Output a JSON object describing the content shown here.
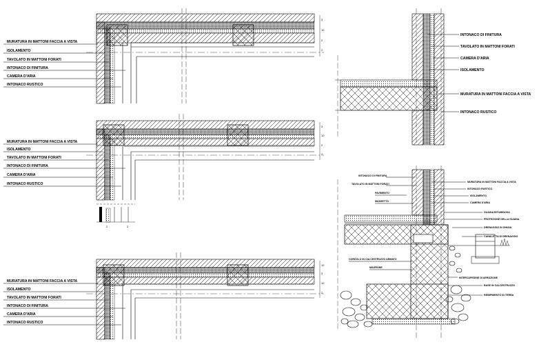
{
  "detail_1": {
    "labels": [
      "MURATURA IN MATTONI FACCIA A VISTA",
      "ISOLAMENTO",
      "TAVOLATO IN MATTONI FORATI",
      "INTONACO DI FINITURA",
      "CAMERA D'ARIA",
      "INTONACO RUSTICO"
    ],
    "dims": [
      "3",
      "10",
      "2",
      "2"
    ]
  },
  "detail_2": {
    "labels": [
      "MURATURA IN MATTONI FACCIA A VISTA",
      "ISOLAMENTO",
      "TAVOLATO IN MATTONI FORATI",
      "INTONACO DI FINITURA",
      "CAMERA D'ARIA",
      "INTONACO RUSTICO"
    ],
    "dims": [
      "3",
      "10",
      "2",
      "2"
    ],
    "section_marks": [
      "2",
      "2"
    ]
  },
  "detail_3": {
    "labels": [
      "MURATURA IN MATTONI FACCIA A VISTA",
      "ISOLAMENTO",
      "TAVOLATO IN MATTONI FORATI",
      "INTONACO DI FINITURA",
      "CAMERA D'ARIA",
      "INTONACO RUSTICO"
    ],
    "dims": [
      "12",
      "3",
      "10",
      "2"
    ]
  },
  "detail_4": {
    "labels": [
      "INTONACO DI FINITURA",
      "TAVOLATO IN MATTONI FORATI",
      "CAMERA D'ARIA",
      "ISOLAMENTO",
      "MURATURA IN MATTONI FACCIA A VISTA",
      "INTONACO RUSTICO"
    ]
  },
  "detail_5": {
    "left_labels": [
      "INTONACO DI FINITURA",
      "TAVOLATO IN MATTONI FORATI",
      "PAVIMENTO",
      "MASSETTO"
    ],
    "left_low_labels": [
      "CORDOLO IN CALCESTRUZZO ARMATO",
      "MAGRONE"
    ],
    "right_labels": [
      "MURATURA IN MATTONI FACCIA A VISTA",
      "INTONACO RUSTICO",
      "ISOLAMENTO",
      "CAMERA D'ARIA",
      "GUAINA BITUMINOSA",
      "PROTEZIONE DELLA GUAINA",
      "DRENAGGIO IN GHIAIA",
      "CANALETTA DI DRENAGGIO",
      "INTERCAPEDINE DI AERAZIONE",
      "BASE IN CALCESTRUZZO",
      "RIEMPIMENTO IN TERRA"
    ]
  }
}
